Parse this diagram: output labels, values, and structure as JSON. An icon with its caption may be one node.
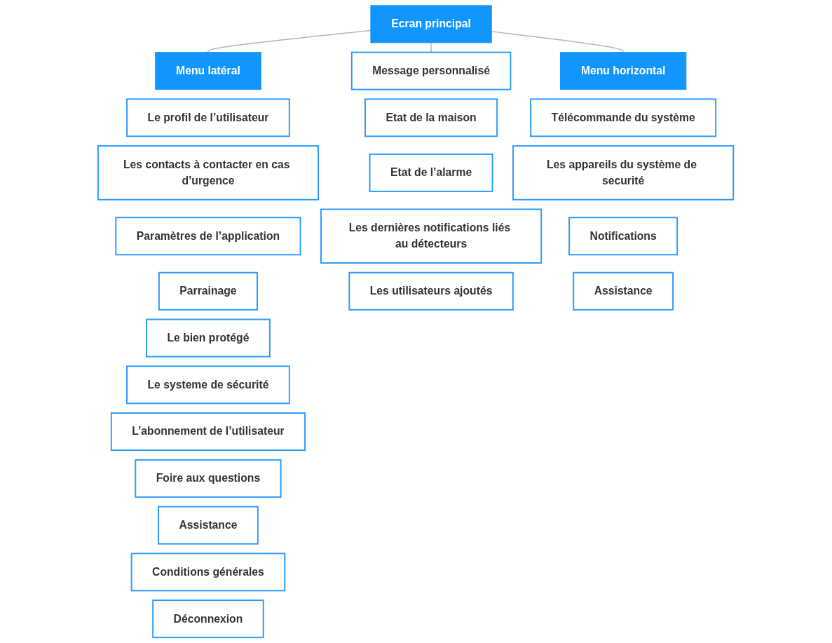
{
  "diagram": {
    "nodes": [
      {
        "text": [
          "Ecran principal"
        ]
      },
      {
        "text": [
          "Menu latéral"
        ]
      },
      {
        "text": [
          "Le profil de l’utilisateur"
        ]
      },
      {
        "text": [
          "Les contacts à contacter en cas d’urgence"
        ]
      },
      {
        "text": [
          "Paramètres de l’application"
        ]
      },
      {
        "text": [
          "Parrainage"
        ]
      },
      {
        "text": [
          "Le bien protégé"
        ]
      },
      {
        "text": [
          "Le systeme de sécurité"
        ]
      },
      {
        "text": [
          "L’abonnement de l’utilisateur"
        ]
      },
      {
        "text": [
          "Foire aux questions"
        ]
      },
      {
        "text": [
          "Assistance"
        ]
      },
      {
        "text": [
          "Conditions générales"
        ]
      },
      {
        "text": [
          "Déconnexion"
        ]
      },
      {
        "text": [
          "Message personnalisé"
        ]
      },
      {
        "text": [
          "Etat de la maison"
        ]
      },
      {
        "text": [
          "Etat de l’alarme"
        ]
      },
      {
        "text": [
          "Les dernières notifications liés au détecteurs"
        ]
      },
      {
        "text": [
          "Les utilisateurs ajoutés"
        ]
      },
      {
        "text": [
          "Menu horizontal"
        ]
      },
      {
        "text": [
          "Télécommande du système"
        ]
      },
      {
        "text": [
          "Les appareils du système de securité"
        ]
      },
      {
        "text": [
          "Notifications"
        ]
      },
      {
        "text": [
          "Assistance"
        ]
      }
    ],
    "edges": [
      {
        "from": 0,
        "to": 1,
        "arrow": "none"
      },
      {
        "from": 0,
        "to": 13,
        "arrow": "none"
      },
      {
        "from": 0,
        "to": 18,
        "arrow": "none"
      }
    ]
  }
}
